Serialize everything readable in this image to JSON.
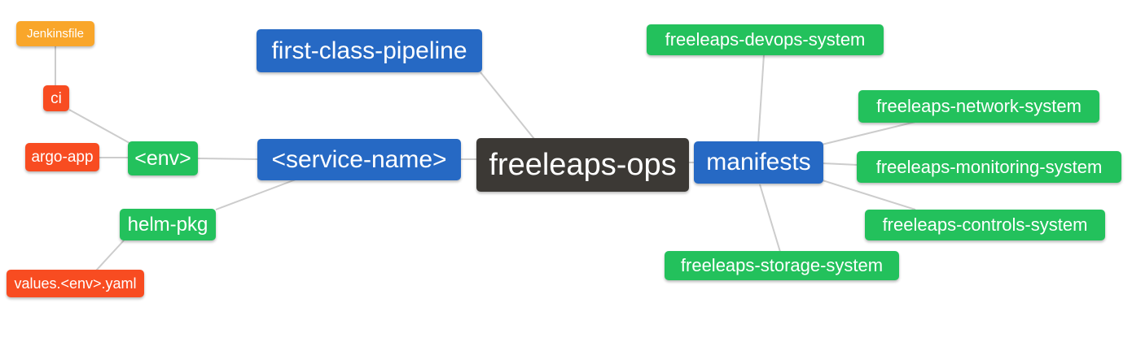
{
  "diagram": {
    "type": "mindmap",
    "root_label": "freeleaps-ops",
    "background": "#ffffff",
    "colors": {
      "blue": "#2669c4",
      "green": "#23c15c",
      "red": "#f84c21",
      "orange": "#f9a62a",
      "dark": "#3c3935",
      "edge": "#cccccc",
      "text": "#ffffff"
    },
    "nodes": [
      {
        "id": "jenkinsfile",
        "label": "Jenkinsfile",
        "color": "orange"
      },
      {
        "id": "ci",
        "label": "ci",
        "color": "red"
      },
      {
        "id": "argo-app",
        "label": "argo-app",
        "color": "red"
      },
      {
        "id": "env",
        "label": "<env>",
        "color": "green"
      },
      {
        "id": "helm-pkg",
        "label": "helm-pkg",
        "color": "green"
      },
      {
        "id": "values-yaml",
        "label": "values.<env>.yaml",
        "color": "red"
      },
      {
        "id": "first-class-pipeline",
        "label": "first-class-pipeline",
        "color": "blue"
      },
      {
        "id": "service-name",
        "label": "<service-name>",
        "color": "blue"
      },
      {
        "id": "freeleaps-ops",
        "label": "freeleaps-ops",
        "color": "dark"
      },
      {
        "id": "manifests",
        "label": "manifests",
        "color": "blue"
      },
      {
        "id": "devops-system",
        "label": "freeleaps-devops-system",
        "color": "green"
      },
      {
        "id": "network-system",
        "label": "freeleaps-network-system",
        "color": "green"
      },
      {
        "id": "monitoring-system",
        "label": "freeleaps-monitoring-system",
        "color": "green"
      },
      {
        "id": "controls-system",
        "label": "freeleaps-controls-system",
        "color": "green"
      },
      {
        "id": "storage-system",
        "label": "freeleaps-storage-system",
        "color": "green"
      }
    ],
    "edges": [
      {
        "from": "jenkinsfile",
        "to": "ci"
      },
      {
        "from": "ci",
        "to": "env"
      },
      {
        "from": "argo-app",
        "to": "env"
      },
      {
        "from": "env",
        "to": "service-name"
      },
      {
        "from": "service-name",
        "to": "helm-pkg"
      },
      {
        "from": "helm-pkg",
        "to": "values-yaml"
      },
      {
        "from": "first-class-pipeline",
        "to": "freeleaps-ops"
      },
      {
        "from": "service-name",
        "to": "freeleaps-ops"
      },
      {
        "from": "freeleaps-ops",
        "to": "manifests"
      },
      {
        "from": "manifests",
        "to": "devops-system"
      },
      {
        "from": "manifests",
        "to": "network-system"
      },
      {
        "from": "manifests",
        "to": "monitoring-system"
      },
      {
        "from": "manifests",
        "to": "controls-system"
      },
      {
        "from": "manifests",
        "to": "storage-system"
      }
    ]
  }
}
